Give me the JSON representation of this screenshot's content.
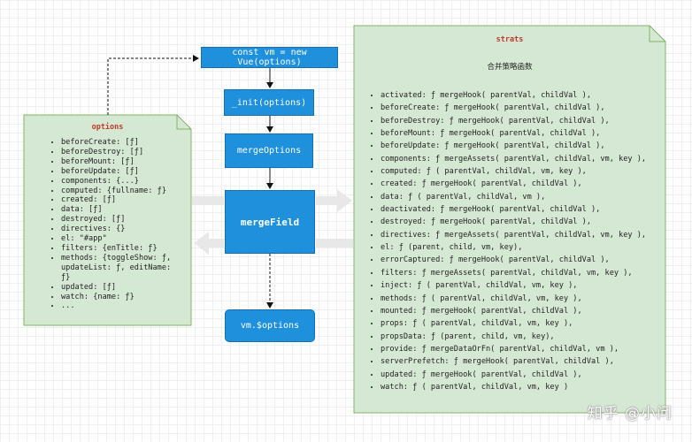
{
  "flow": {
    "step1": "const vm = new Vue(options)",
    "step2": "_init(options)",
    "step3": "mergeOptions",
    "step4": "mergeField",
    "step5": "vm.$options"
  },
  "options_note": {
    "title": "options",
    "items": [
      "beforeCreate: [ƒ]",
      "beforeDestroy: [ƒ]",
      "beforeMount: [ƒ]",
      "beforeUpdate: [ƒ]",
      "components: {...}",
      "computed: {fullname: ƒ}",
      "created: [ƒ]",
      "data: [ƒ]",
      "destroyed: [ƒ]",
      "directives: {}",
      "el: \"#app\"",
      "filters: {enTitle: ƒ}",
      "methods: {toggleShow: ƒ,\nupdateList: ƒ, editName:\nƒ}",
      "updated: [ƒ]",
      "watch: {name: ƒ}",
      "..."
    ]
  },
  "strats_note": {
    "title": "strats",
    "subtitle": "合并策略函数",
    "items": [
      "activated: ƒ mergeHook( parentVal, childVal ),",
      "beforeCreate: ƒ mergeHook( parentVal, childVal ),",
      "beforeDestroy: ƒ mergeHook( parentVal, childVal ),",
      "beforeMount: ƒ mergeHook( parentVal, childVal ),",
      "beforeUpdate: ƒ mergeHook( parentVal, childVal ),",
      "components: ƒ mergeAssets( parentVal, childVal, vm, key ),",
      "computed: ƒ ( parentVal, childVal, vm, key ),",
      "created: ƒ mergeHook( parentVal, childVal ),",
      "data: ƒ ( parentVal, childVal, vm ),",
      "deactivated: ƒ mergeHook( parentVal, childVal ),",
      "destroyed: ƒ mergeHook( parentVal, childVal ),",
      "directives: ƒ mergeAssets( parentVal, childVal, vm, key ),",
      "el: ƒ (parent, child, vm, key),",
      "errorCaptured: ƒ mergeHook( parentVal, childVal ),",
      "filters: ƒ mergeAssets( parentVal, childVal, vm, key ),",
      "inject: ƒ ( parentVal, childVal, vm, key ),",
      "methods: ƒ ( parentVal, childVal, vm, key ),",
      "mounted: ƒ mergeHook( parentVal, childVal ),",
      "props: ƒ ( parentVal, childVal, vm, key ),",
      "propsData: ƒ (parent, child, vm, key),",
      "provide: ƒ mergeDataOrFn( parentVal, childVal, vm ),",
      "serverPrefetch: ƒ mergeHook( parentVal, childVal ),",
      "updated: ƒ mergeHook( parentVal, childVal ),",
      "watch: ƒ ( parentVal, childVal, vm, key )"
    ]
  },
  "watermark": "知乎 @小问",
  "colors": {
    "flow_box": "#1e90dc",
    "note_fill": "#d5e8d4",
    "note_stroke": "#82b366",
    "title_red": "#c0392b",
    "ghost_arrow": "#e8e8e8"
  }
}
